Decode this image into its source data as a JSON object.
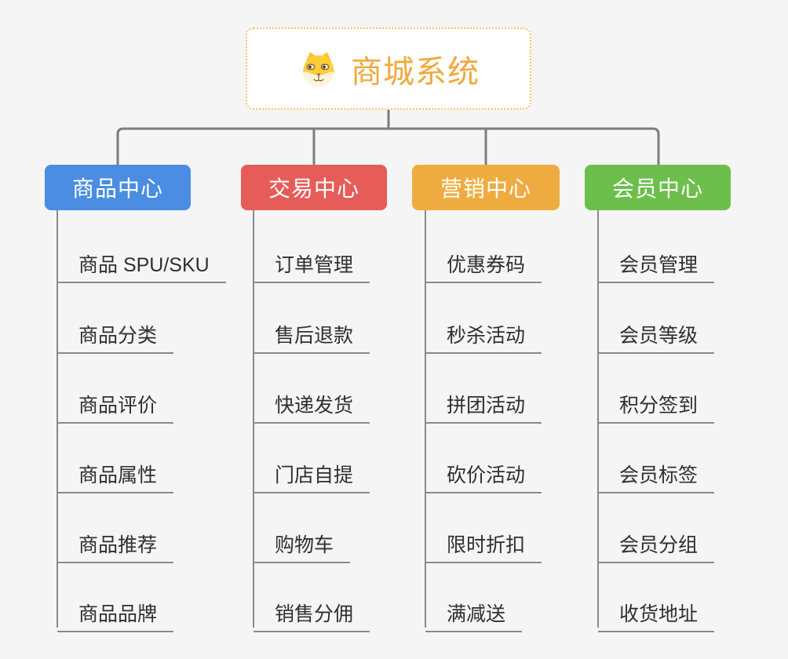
{
  "background_color": "#f5f5f5",
  "connector_color": "#7d7d7d",
  "child_line_color": "#8a8a8a",
  "child_text_color": "#2f2f2f",
  "root": {
    "title": "商城系统",
    "icon": "dog-icon",
    "text_color": "#f0a93c",
    "border_color": "#f6c468",
    "fill_color": "#ffffff"
  },
  "branches": [
    {
      "label": "商品中心",
      "color": "#4a8de2",
      "children": [
        "商品 SPU/SKU",
        "商品分类",
        "商品评价",
        "商品属性",
        "商品推荐",
        "商品品牌"
      ]
    },
    {
      "label": "交易中心",
      "color": "#e65c59",
      "children": [
        "订单管理",
        "售后退款",
        "快递发货",
        "门店自提",
        "购物车",
        "销售分佣"
      ]
    },
    {
      "label": "营销中心",
      "color": "#eeac40",
      "children": [
        "优惠券码",
        "秒杀活动",
        "拼团活动",
        "砍价活动",
        "限时折扣",
        "满减送"
      ]
    },
    {
      "label": "会员中心",
      "color": "#6dbf4b",
      "children": [
        "会员管理",
        "会员等级",
        "积分签到",
        "会员标签",
        "会员分组",
        "收货地址"
      ]
    }
  ]
}
